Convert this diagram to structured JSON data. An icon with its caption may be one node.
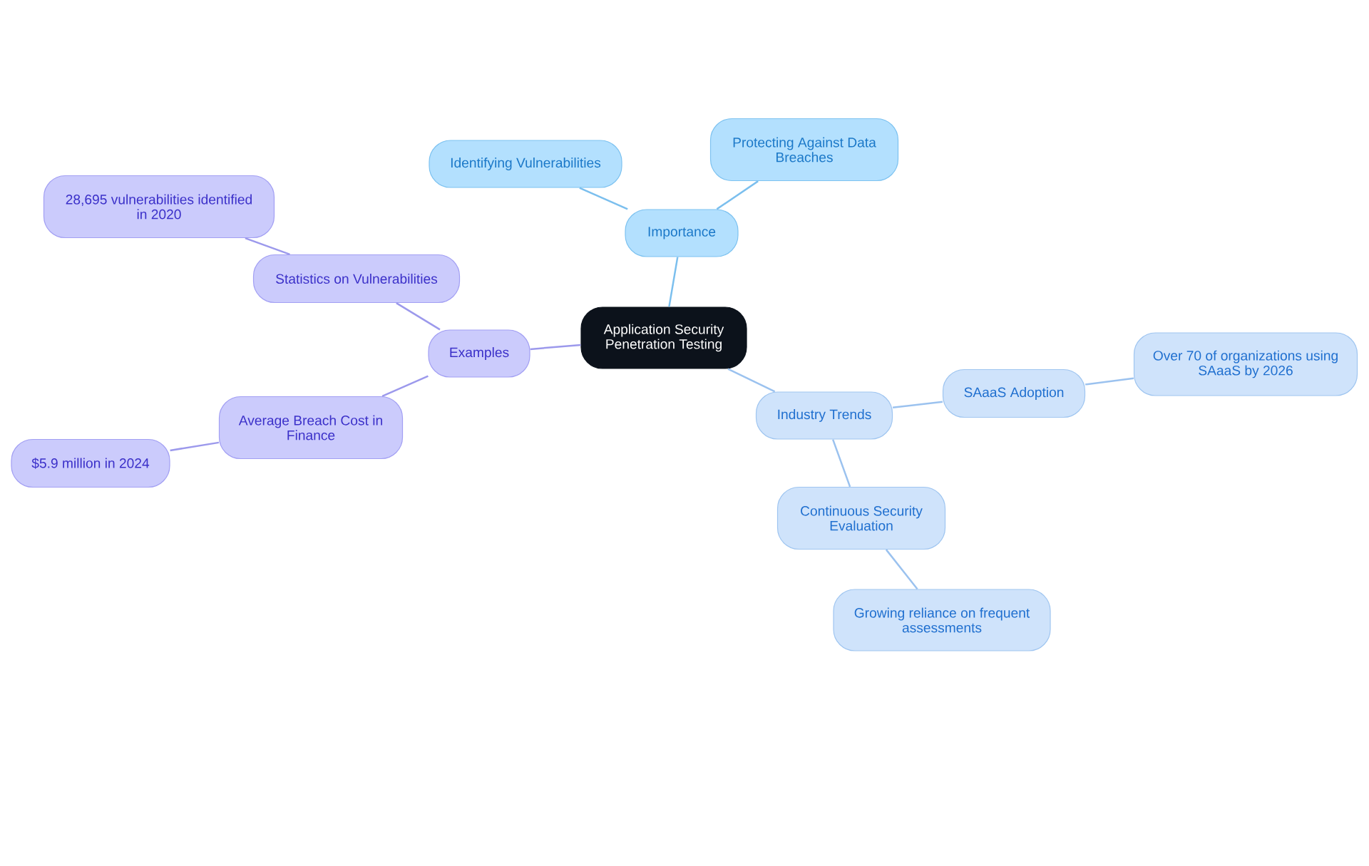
{
  "diagram": {
    "nodes": [
      {
        "text": [
          "Application Security Penetration Testing"
        ]
      },
      {
        "text": [
          "Importance"
        ]
      },
      {
        "text": [
          "Identifying Vulnerabilities"
        ]
      },
      {
        "text": [
          "Protecting Against Data Breaches"
        ]
      },
      {
        "text": [
          "Examples"
        ]
      },
      {
        "text": [
          "Statistics on Vulnerabilities"
        ]
      },
      {
        "text": [
          "28,695 vulnerabilities identified in 2020"
        ]
      },
      {
        "text": [
          "Average Breach Cost in Finance"
        ]
      },
      {
        "text": [
          "$5.9 million in 2024"
        ]
      },
      {
        "text": [
          "Industry Trends"
        ]
      },
      {
        "text": [
          "SAaaS Adoption"
        ]
      },
      {
        "text": [
          "Over 70 of organizations using SAaaS by 2026"
        ]
      },
      {
        "text": [
          "Continuous Security Evaluation"
        ]
      },
      {
        "text": [
          "Growing reliance on frequent assessments"
        ]
      }
    ],
    "edges": [
      {
        "from": 0,
        "to": 1,
        "arrow": "none",
        "color": "#7bbfee"
      },
      {
        "from": 1,
        "to": 2,
        "arrow": "none",
        "color": "#7bbfee"
      },
      {
        "from": 1,
        "to": 3,
        "arrow": "none",
        "color": "#7bbfee"
      },
      {
        "from": 0,
        "to": 4,
        "arrow": "none",
        "color": "#9c99ec"
      },
      {
        "from": 4,
        "to": 5,
        "arrow": "none",
        "color": "#9c99ec"
      },
      {
        "from": 5,
        "to": 6,
        "arrow": "none",
        "color": "#9c99ec"
      },
      {
        "from": 4,
        "to": 7,
        "arrow": "none",
        "color": "#9c99ec"
      },
      {
        "from": 7,
        "to": 8,
        "arrow": "none",
        "color": "#9c99ec"
      },
      {
        "from": 0,
        "to": 9,
        "arrow": "none",
        "color": "#9bc2ef"
      },
      {
        "from": 9,
        "to": 10,
        "arrow": "none",
        "color": "#9bc2ef"
      },
      {
        "from": 10,
        "to": 11,
        "arrow": "none",
        "color": "#9bc2ef"
      },
      {
        "from": 9,
        "to": 12,
        "arrow": "none",
        "color": "#9bc2ef"
      },
      {
        "from": 12,
        "to": 13,
        "arrow": "none",
        "color": "#9bc2ef"
      }
    ]
  }
}
